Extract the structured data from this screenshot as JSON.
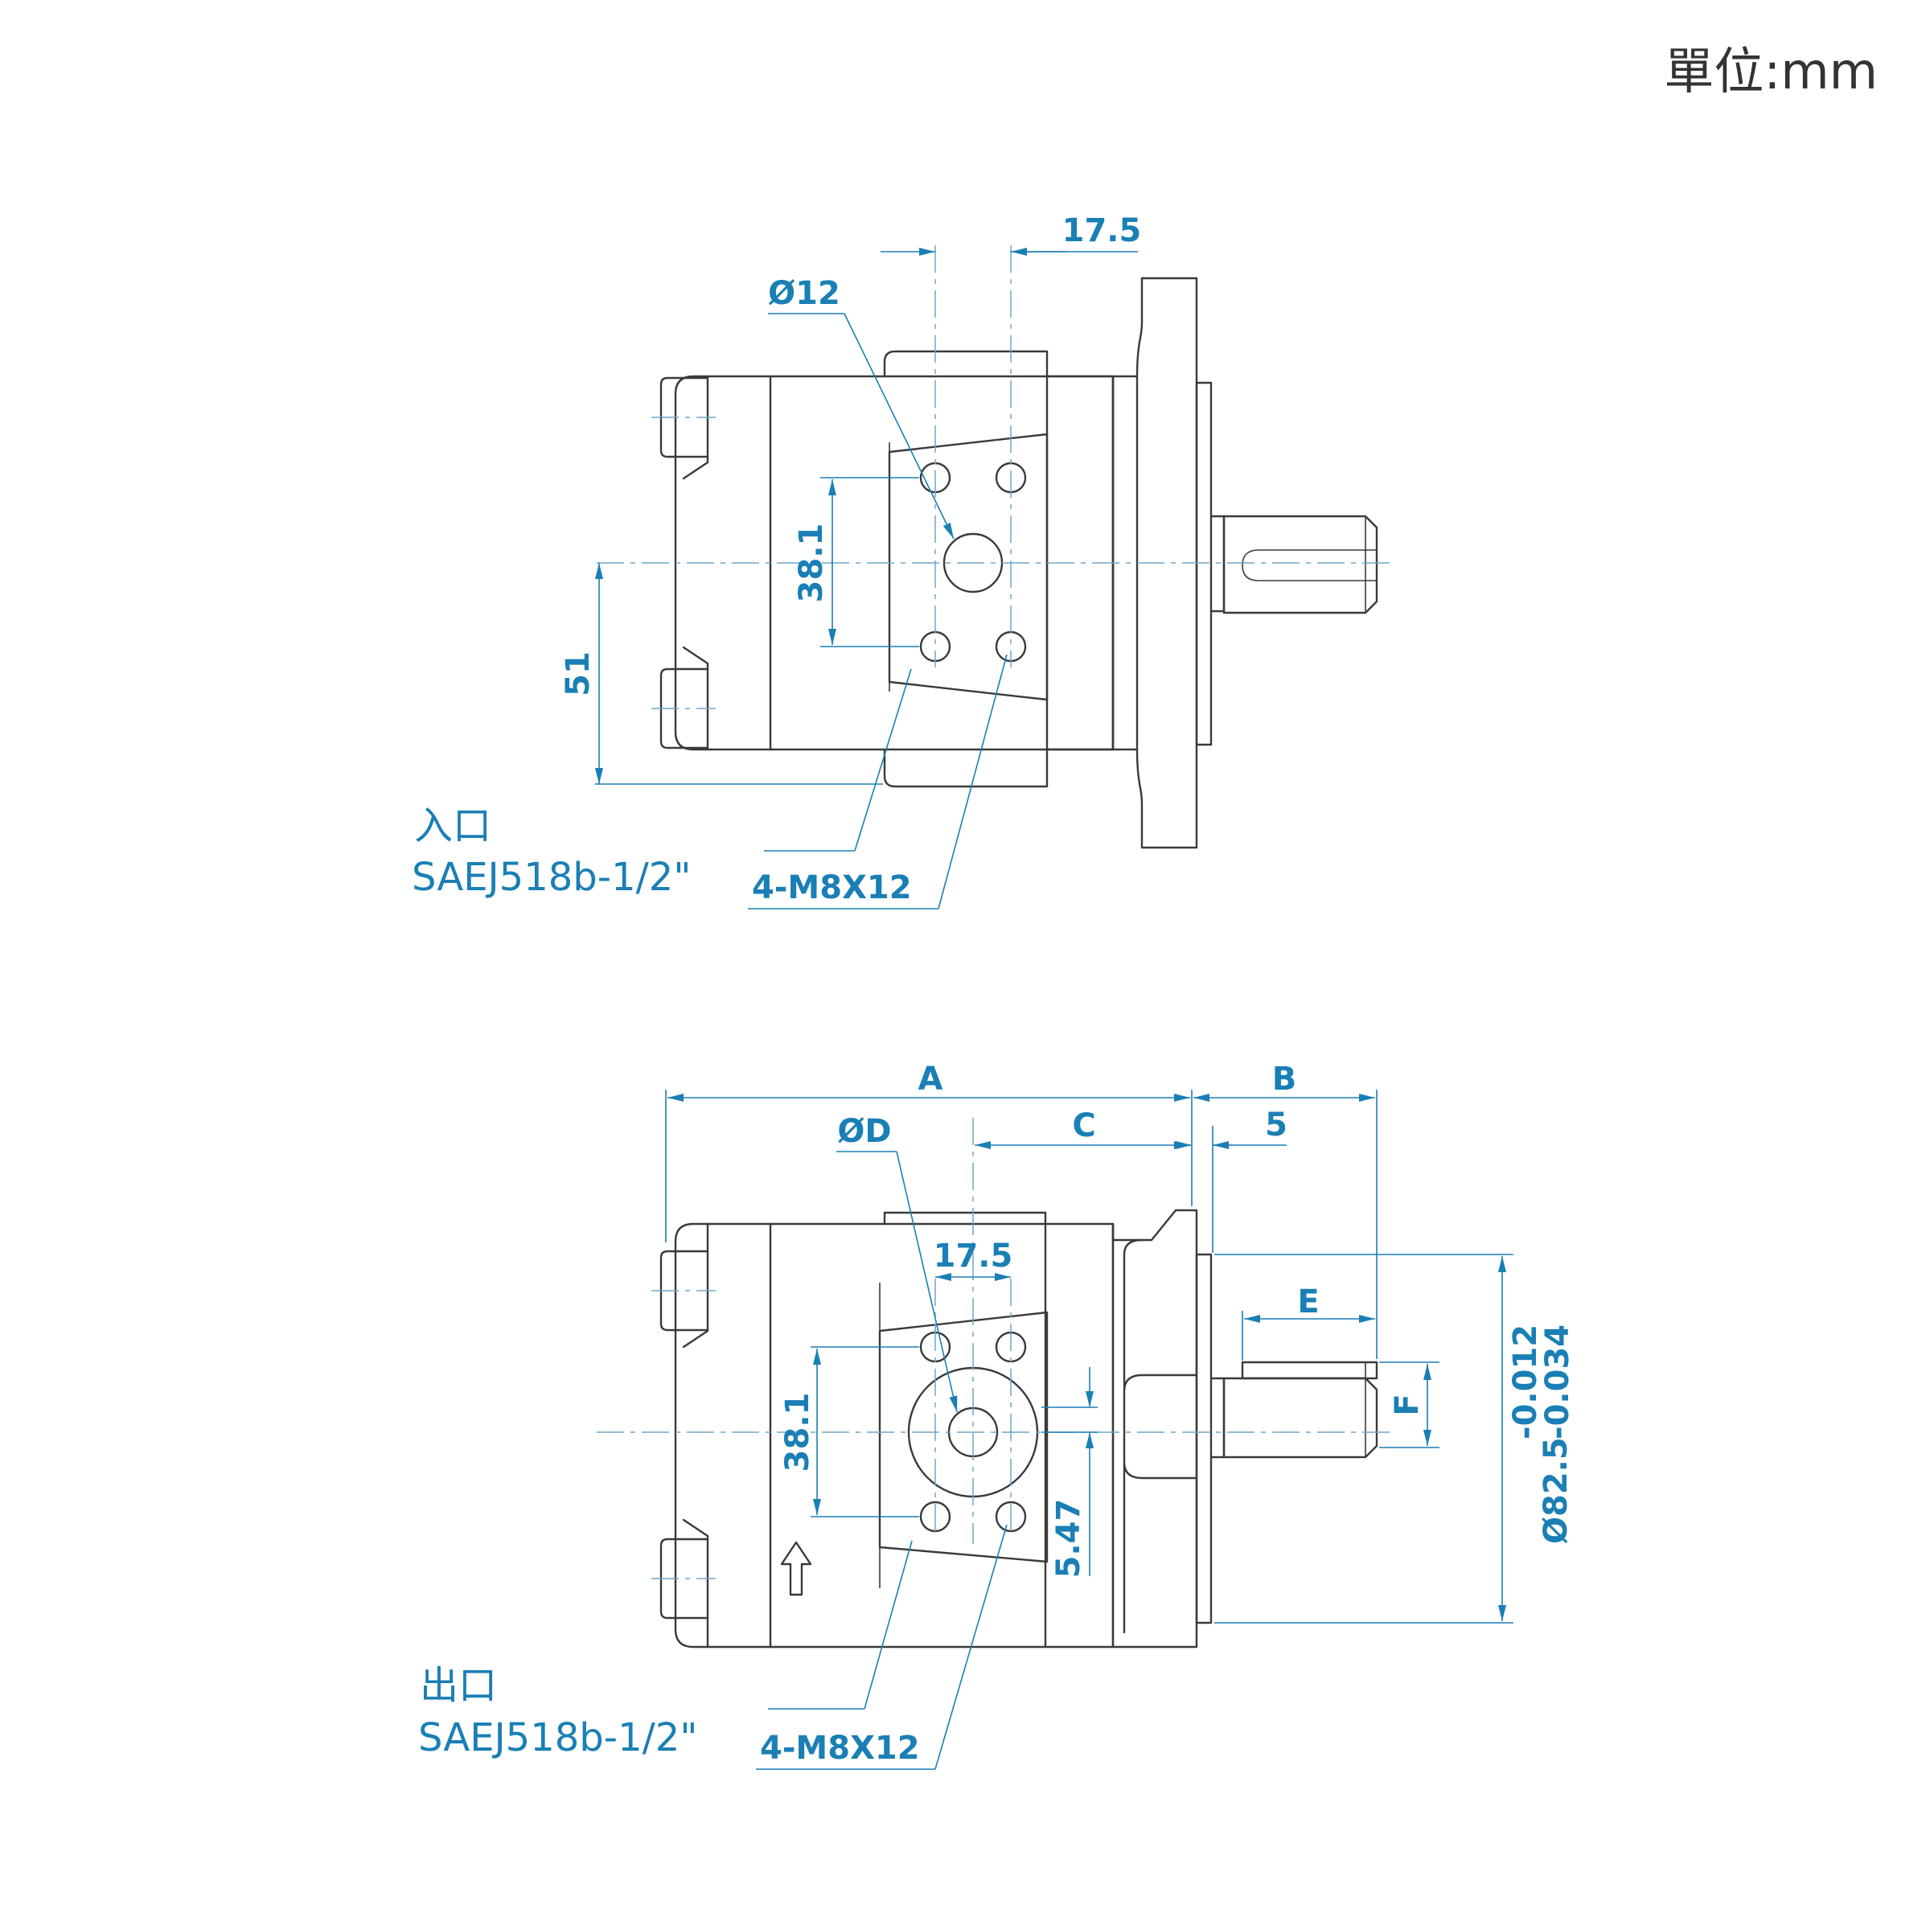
{
  "unit_label": "單位:mm",
  "top_view": {
    "dim_port_spacing": "17.5",
    "dim_port_diameter": "Ø12",
    "dim_bolt_vertical": "38.1",
    "dim_center_height": "51",
    "port_label_line1": "入口",
    "port_label_line2": "SAEJ518b-1/2\"",
    "thread_label": "4-M8X12"
  },
  "bottom_view": {
    "dim_A": "A",
    "dim_B": "B",
    "dim_C": "C",
    "dim_5": "5",
    "dim_port_diameter": "ØD",
    "dim_port_spacing": "17.5",
    "dim_E": "E",
    "dim_F": "F",
    "dim_bolt_vertical": "38.1",
    "dim_offset": "5.47",
    "dim_pilot_diameter": "Ø82.5",
    "tol_upper": "-0.012",
    "tol_lower": "-0.034",
    "port_label_line1": "出口",
    "port_label_line2": "SAEJ518b-1/2\"",
    "thread_label": "4-M8X12"
  }
}
